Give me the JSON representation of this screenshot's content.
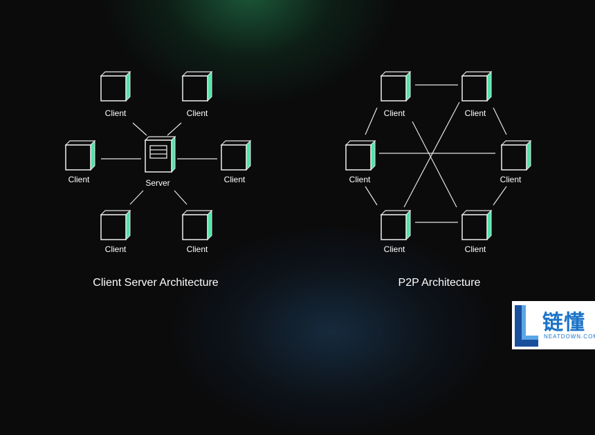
{
  "colors": {
    "background": "#0b0b0c",
    "accent": "#4fe3a8",
    "glow_green": "#28965a",
    "glow_blue": "#235078",
    "logo_blue": "#1a73c8"
  },
  "client_server": {
    "title": "Client Server Architecture",
    "server_label": "Server",
    "clients": [
      {
        "id": "cs-top-left",
        "label": "Client"
      },
      {
        "id": "cs-top-right",
        "label": "Client"
      },
      {
        "id": "cs-mid-left",
        "label": "Client"
      },
      {
        "id": "cs-mid-right",
        "label": "Client"
      },
      {
        "id": "cs-bottom-left",
        "label": "Client"
      },
      {
        "id": "cs-bottom-right",
        "label": "Client"
      }
    ]
  },
  "p2p": {
    "title": "P2P Architecture",
    "peers": [
      {
        "id": "p-top-left",
        "label": "Client"
      },
      {
        "id": "p-top-right",
        "label": "Client"
      },
      {
        "id": "p-mid-left",
        "label": "Client"
      },
      {
        "id": "p-mid-right",
        "label": "Client"
      },
      {
        "id": "p-bottom-left",
        "label": "Client"
      },
      {
        "id": "p-bottom-right",
        "label": "Client"
      }
    ]
  },
  "logo": {
    "chinese": "链懂",
    "english": "NEATDOWN.COM"
  }
}
